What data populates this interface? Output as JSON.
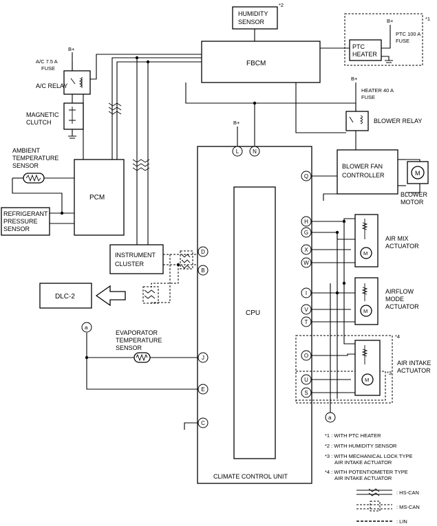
{
  "components": {
    "humidity_sensor": [
      "HUMIDITY",
      "SENSOR"
    ],
    "humidity_note": "*2",
    "fbcm": "FBCM",
    "ptc_heater": [
      "PTC",
      "HEATER"
    ],
    "ptc_fuse": [
      "PTC 100 A",
      "FUSE"
    ],
    "ptc_note": "*1",
    "ac_fuse": [
      "A/C 7.5 A",
      "FUSE"
    ],
    "ac_relay": "A/C RELAY",
    "magnetic_clutch": [
      "MAGNETIC",
      "CLUTCH"
    ],
    "heater_fuse": [
      "HEATER 40 A",
      "FUSE"
    ],
    "blower_relay": "BLOWER RELAY",
    "ambient_sensor": [
      "AMBIENT",
      "TEMPERATURE",
      "SENSOR"
    ],
    "pcm": "PCM",
    "refrigerant_sensor": [
      "REFRIGERANT",
      "PRESSURE",
      "SENSOR"
    ],
    "blower_fan_controller": [
      "BLOWER FAN",
      "CONTROLLER"
    ],
    "blower_motor": [
      "BLOWER",
      "MOTOR"
    ],
    "motor_symbol": "M",
    "instrument_cluster": [
      "INSTRUMENT",
      "CLUSTER"
    ],
    "dlc2": "DLC-2",
    "evaporator_sensor": [
      "EVAPORATOR",
      "TEMPERATURE",
      "SENSOR"
    ],
    "cpu": "CPU",
    "climate_control_unit": "CLIMATE CONTROL UNIT",
    "air_mix_actuator": [
      "AIR MIX",
      "ACTUATOR"
    ],
    "airflow_mode_actuator": [
      "AIRFLOW",
      "MODE",
      "ACTUATOR"
    ],
    "air_intake_actuator": [
      "AIR INTAKE",
      "ACTUATOR"
    ],
    "intake_note_4": "*4",
    "intake_note_3": "*3",
    "bplus": "B+",
    "node_a": "a"
  },
  "pins": [
    "L",
    "N",
    "Q",
    "H",
    "G",
    "X",
    "W",
    "D",
    "B",
    "I",
    "V",
    "T",
    "O",
    "U",
    "S",
    "J",
    "E",
    "C"
  ],
  "notes": [
    [
      "*1 : WITH PTC HEATER"
    ],
    [
      "*2 : WITH HUMIDITY SENSOR"
    ],
    [
      "*3 : WITH MECHANICAL LOCK TYPE",
      "AIR INTAKE ACTUATOR"
    ],
    [
      "*4 : WITH POTENTIOMETER TYPE",
      "AIR INTAKE ACTUATOR"
    ]
  ],
  "legend": [
    ": HS-CAN",
    ": MS-CAN",
    ": LIN"
  ]
}
